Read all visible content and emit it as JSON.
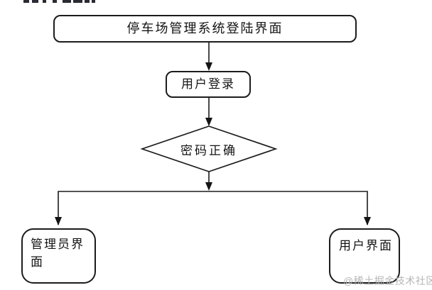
{
  "page": {
    "background": "#ffffff",
    "stroke_color": "#1c1c1c"
  },
  "flowchart": {
    "nodes": {
      "login_screen": {
        "label": "停车场管理系统登陆界面",
        "type": "rounded-rect"
      },
      "user_login": {
        "label": "用户登录",
        "type": "rounded-rect"
      },
      "password_check": {
        "label": "密码正确",
        "type": "decision-diamond"
      },
      "admin_ui": {
        "label": "管理员界面",
        "type": "rounded-rect"
      },
      "user_ui": {
        "label": "用户界面",
        "type": "rounded-rect"
      }
    },
    "edges": [
      {
        "from": "login_screen",
        "to": "user_login"
      },
      {
        "from": "user_login",
        "to": "password_check"
      },
      {
        "from": "password_check",
        "to": "admin_ui"
      },
      {
        "from": "password_check",
        "to": "user_ui"
      }
    ]
  },
  "watermark": {
    "text": "@稀土掘金技术社区",
    "color": "#b3b3b3"
  }
}
